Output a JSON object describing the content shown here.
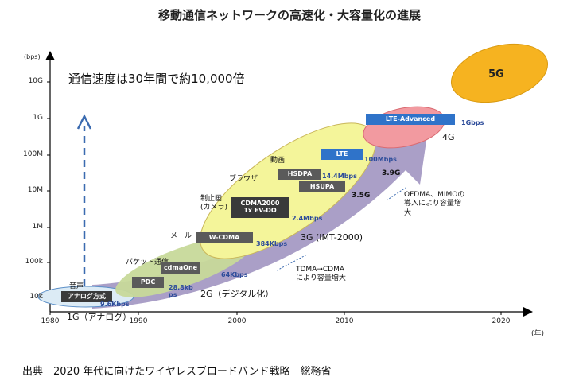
{
  "title": "移動通信ネットワークの高速化・大容量化の進展",
  "headline": "通信速度は30年間で約10,000倍",
  "y_axis": {
    "unit": "(bps)",
    "ticks": [
      "10G",
      "1G",
      "100M",
      "10M",
      "1M",
      "100k",
      "10k"
    ]
  },
  "x_axis": {
    "unit": "(年)",
    "ticks": [
      "1980",
      "1990",
      "2000",
      "2010",
      "2020"
    ]
  },
  "generations": {
    "g1": "1G（アナログ）",
    "g2": "2G（デジタル化）",
    "g3": "3G (IMT-2000)",
    "g35": "3.5G",
    "g39": "3.9G",
    "g4": "4G",
    "g5": "5G"
  },
  "services": {
    "voice": "音声",
    "packet": "パケット通信",
    "mail": "メール",
    "camera": "制止画\n(カメラ)",
    "browser": "ブラウザ",
    "video": "動画"
  },
  "technologies": {
    "analog": "アナログ方式",
    "pdc": "PDC",
    "cdmaone": "cdmaOne",
    "wcdma": "W-CDMA",
    "cdma2000": "CDMA2000\n1x EV-DO",
    "hsdpa": "HSDPA",
    "hsupa": "HSUPA",
    "lte": "LTE",
    "lte_advanced": "LTE-Advanced"
  },
  "speeds": {
    "s96": "9.6Kbps",
    "s288": "28.8kb\nps",
    "s64": "64Kbps",
    "s384": "384Kbps",
    "s24": "2.4Mbps",
    "s144": "14.4Mbps",
    "s100": "100Mbps",
    "s1g": "1Gbps"
  },
  "notes": {
    "tdma": "TDMA→CDMA\nにより容量増大",
    "ofdma": "OFDMA、MIMOの\n導入により容量増\n大"
  },
  "source": "出典　2020 年代に向けたワイヤレスブロードバンド戦略　総務省",
  "colors": {
    "arrow": "#a59ac4",
    "g1": "#dcebf5",
    "g2": "#c7d99a",
    "g3": "#f4f59a",
    "g4": "#f29aa0",
    "g5": "#f6b320",
    "dashed_arrow": "#3b6bb0"
  }
}
